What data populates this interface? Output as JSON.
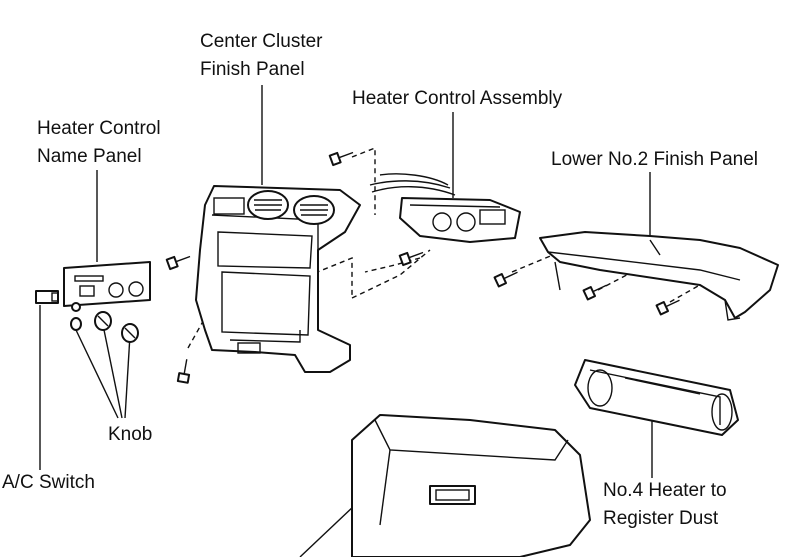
{
  "diagram": {
    "labels": {
      "center_cluster_1": "Center Cluster",
      "center_cluster_2": "Finish Panel",
      "heater_control_assembly": "Heater Control Assembly",
      "heater_control_name_1": "Heater Control",
      "heater_control_name_2": "Name Panel",
      "lower_no2_finish_panel": "Lower No.2 Finish Panel",
      "knob": "Knob",
      "ac_switch": "A/C Switch",
      "no4_heater_1": "No.4 Heater to",
      "no4_heater_2": "Register Dust"
    }
  }
}
